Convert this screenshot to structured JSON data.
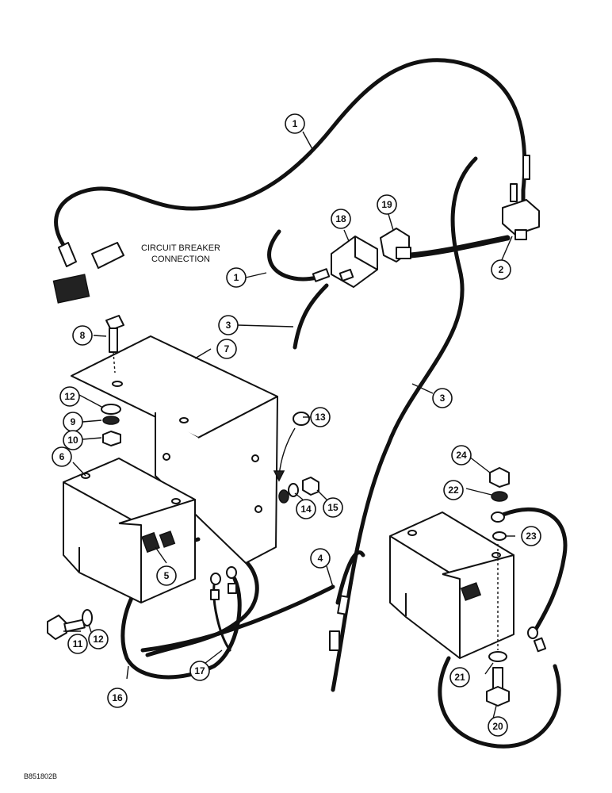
{
  "diagram": {
    "circuit_breaker_label": [
      "CIRCUIT BREAKER",
      "CONNECTION"
    ],
    "reference_code": "B851802B",
    "callouts": [
      "1",
      "1",
      "2",
      "3",
      "3",
      "4",
      "5",
      "6",
      "7",
      "8",
      "9",
      "10",
      "11",
      "12",
      "12",
      "13",
      "14",
      "15",
      "16",
      "17",
      "18",
      "19",
      "20",
      "21",
      "22",
      "23",
      "24"
    ]
  }
}
